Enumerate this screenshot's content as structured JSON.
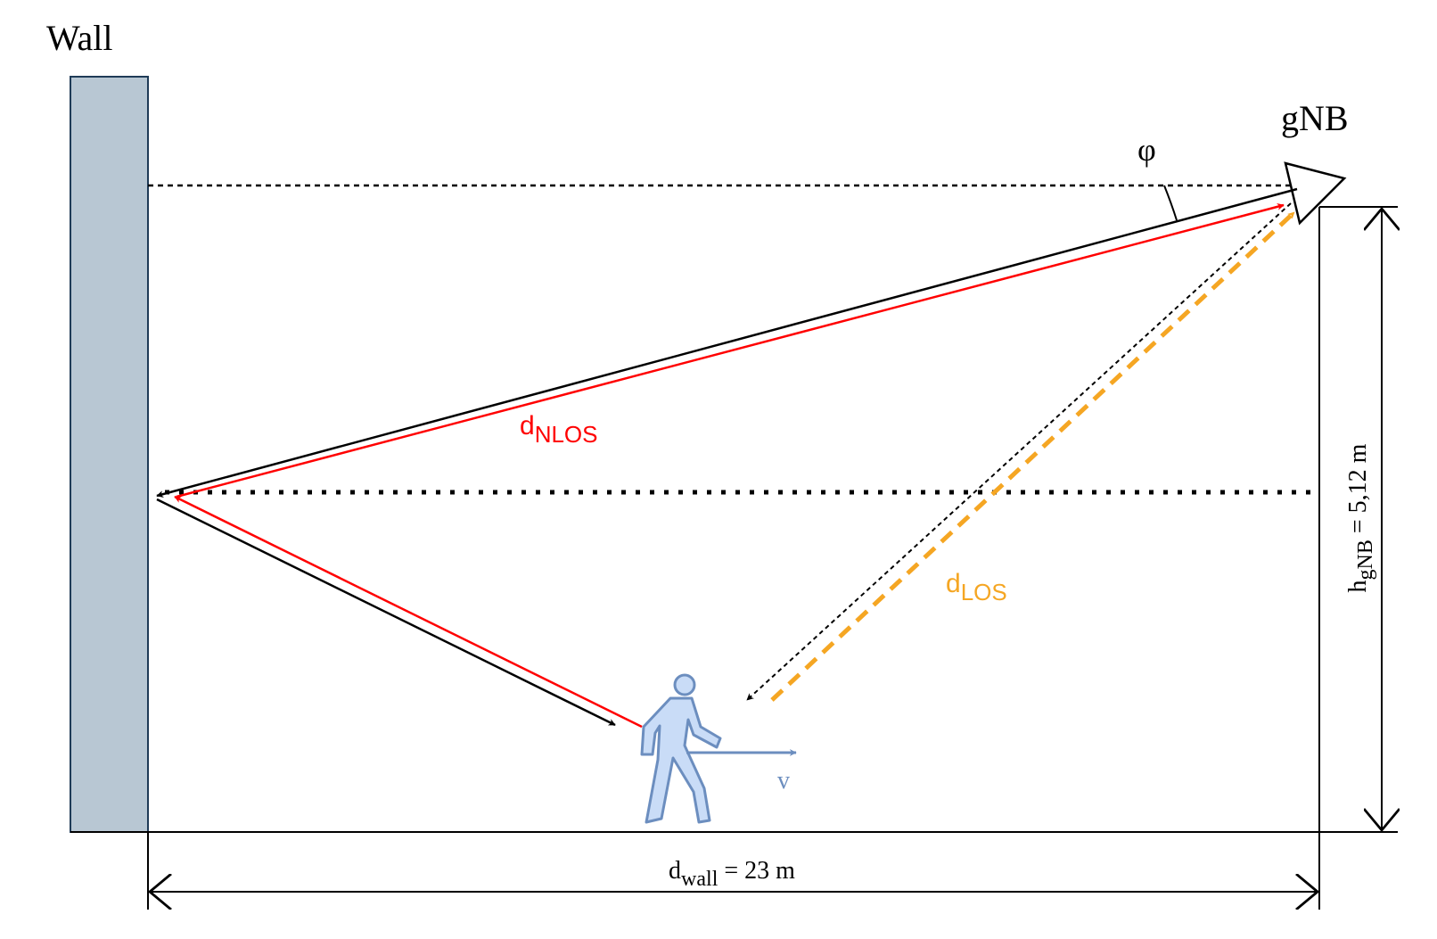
{
  "labels": {
    "wall": "Wall",
    "gnb": "gNB",
    "phi": "φ",
    "d_nlos_main": "d",
    "d_nlos_sub": "NLOS",
    "d_los_main": "d",
    "d_los_sub": "LOS",
    "velocity": "v",
    "h_main": "h",
    "h_sub": "gNB",
    "h_value": " = 5,12 m",
    "dwall_main": "d",
    "dwall_sub": "wall",
    "dwall_value": " = 23 m"
  },
  "colors": {
    "wall_fill": "#b8c7d3",
    "wall_stroke": "#1f3b57",
    "nlos": "#ff0000",
    "los": "#f5a623",
    "person_fill": "#c9dcf7",
    "person_stroke": "#6c8ebf",
    "line": "#000000"
  },
  "icons": {
    "gnb": "antenna-triangle-icon",
    "person": "walking-person-icon"
  }
}
